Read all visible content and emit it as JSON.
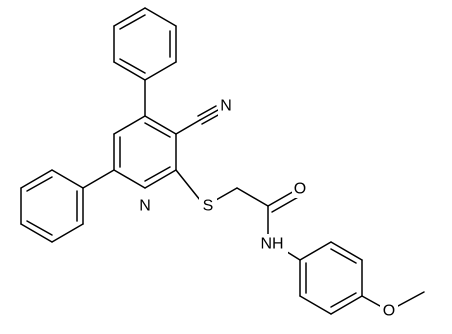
{
  "molecule": {
    "atom_labels": {
      "cyano_n": "N",
      "pyridine_n": "N",
      "sulfur": "S",
      "carbonyl_o": "O",
      "amide_nh": "NH",
      "ether_o": "O"
    },
    "colors": {
      "bond": "#000000",
      "label": "#000000",
      "background": "#ffffff"
    }
  }
}
